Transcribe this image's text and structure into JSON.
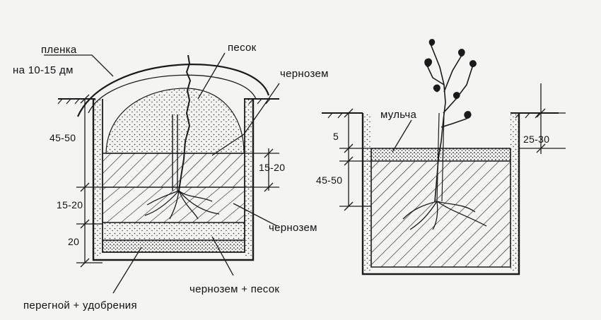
{
  "colors": {
    "ink": "#1a1a1a",
    "background": "#f4f5f3"
  },
  "left_pit": {
    "labels": {
      "film": "пленка",
      "film_height": "на 10-15 дм",
      "sand": "песок",
      "chernozem_top": "чернозем",
      "chernozem_right": "чернозем",
      "chernozem_sand": "чернозем + песок",
      "humus_fertilizer": "перегной + удобрения"
    },
    "dimensions": {
      "mound_height": "45-50",
      "chernozem_layer": "15-20",
      "lower_layer": "15-20",
      "bottom_layer": "20"
    }
  },
  "right_pit": {
    "labels": {
      "mulch": "мульча"
    },
    "dimensions": {
      "mulch_thickness": "5",
      "pit_depth": "45-50",
      "surface_offset": "25-30"
    }
  }
}
